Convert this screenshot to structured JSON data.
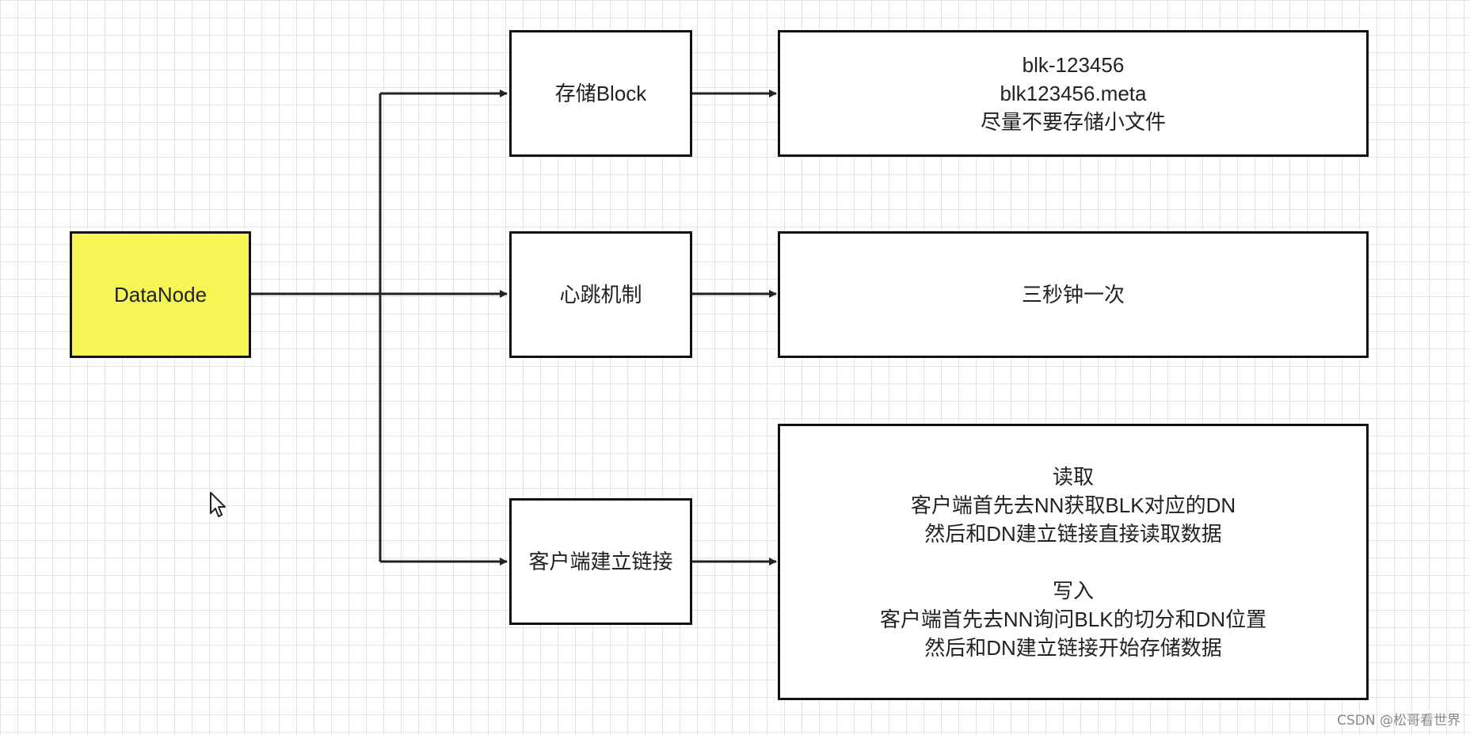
{
  "diagram": {
    "root": {
      "label": "DataNode",
      "color": "#f5f555"
    },
    "features": [
      {
        "label": "存储Block"
      },
      {
        "label": "心跳机制"
      },
      {
        "label": "客户端建立链接"
      }
    ],
    "details": {
      "storage": {
        "lines": [
          "blk-123456",
          "blk123456.meta",
          "尽量不要存储小文件"
        ]
      },
      "heartbeat": {
        "text": "三秒钟一次"
      },
      "client": {
        "read": {
          "title": "读取",
          "lines": [
            "客户端首先去NN获取BLK对应的DN",
            "然后和DN建立链接直接读取数据"
          ]
        },
        "write": {
          "title": "写入",
          "lines": [
            "客户端首先去NN询问BLK的切分和DN位置",
            "然后和DN建立链接开始存储数据"
          ]
        }
      }
    }
  },
  "watermark": "CSDN @松哥看世界",
  "icons": {
    "pointer": "mouse-pointer-icon"
  }
}
